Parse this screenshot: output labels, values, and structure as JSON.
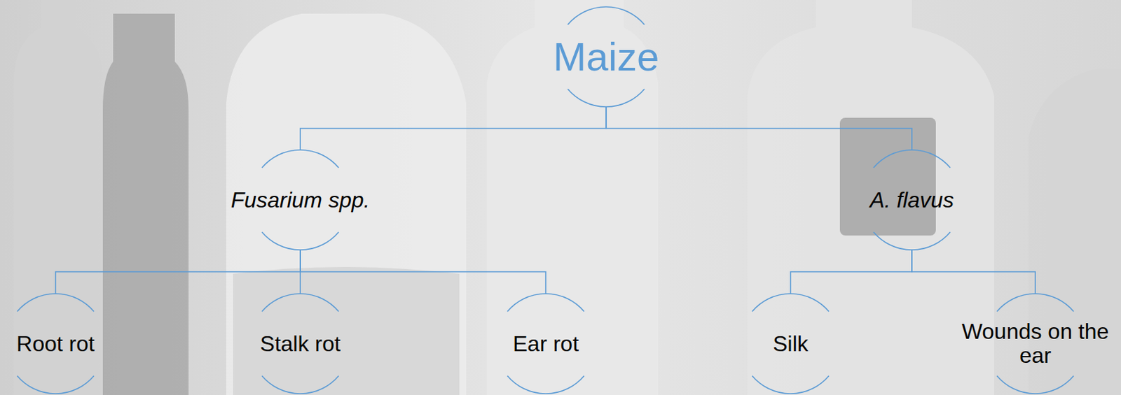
{
  "diagram": {
    "nodes": [
      {
        "text": [
          "Maize"
        ]
      },
      {
        "text": [
          "Fusarium spp."
        ]
      },
      {
        "text": [
          "A. flavus"
        ]
      },
      {
        "text": [
          "Root rot"
        ]
      },
      {
        "text": [
          "Stalk rot"
        ]
      },
      {
        "text": [
          "Ear rot"
        ]
      },
      {
        "text": [
          "Silk"
        ]
      },
      {
        "text": [
          "Wounds on the ear"
        ]
      }
    ],
    "edges": [
      {
        "from": 0,
        "to": 1,
        "arrow": "none"
      },
      {
        "from": 0,
        "to": 2,
        "arrow": "none"
      },
      {
        "from": 1,
        "to": 3,
        "arrow": "none"
      },
      {
        "from": 1,
        "to": 4,
        "arrow": "none"
      },
      {
        "from": 1,
        "to": 5,
        "arrow": "none"
      },
      {
        "from": 2,
        "to": 6,
        "arrow": "none"
      },
      {
        "from": 2,
        "to": 7,
        "arrow": "none"
      }
    ]
  }
}
